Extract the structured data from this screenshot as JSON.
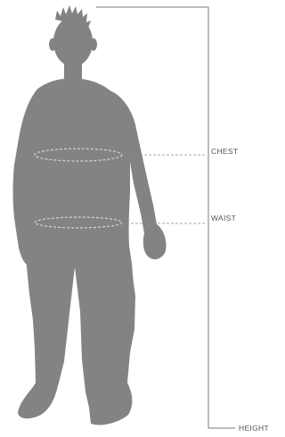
{
  "labels": {
    "chest": "CHEST",
    "waist": "WAIST",
    "height": "HEIGHT"
  },
  "colors": {
    "silhouette": "#838383",
    "guide_line": "#8c8c8c",
    "measure_ellipse": "#d4d4d4",
    "label_text": "#555555"
  },
  "icons": {
    "figure": "child-silhouette-icon"
  }
}
